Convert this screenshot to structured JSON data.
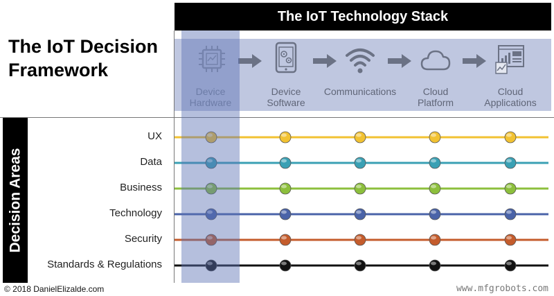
{
  "title": {
    "line1": "The IoT Decision",
    "line2": "Framework"
  },
  "stack": {
    "title": "The IoT Technology Stack",
    "columns": [
      {
        "label_line1": "Device",
        "label_line2": "Hardware",
        "icon": "chip-icon",
        "highlighted": true
      },
      {
        "label_line1": "Device",
        "label_line2": "Software",
        "icon": "device-software-icon",
        "highlighted": false
      },
      {
        "label_line1": "Communications",
        "label_line2": "",
        "icon": "wifi-icon",
        "highlighted": false
      },
      {
        "label_line1": "Cloud",
        "label_line2": "Platform",
        "icon": "cloud-icon",
        "highlighted": false
      },
      {
        "label_line1": "Cloud",
        "label_line2": "Applications",
        "icon": "dashboard-icon",
        "highlighted": false
      }
    ]
  },
  "decision_areas": {
    "label": "Decision Areas",
    "rows": [
      {
        "label": "UX",
        "color": "#f2c232"
      },
      {
        "label": "Data",
        "color": "#3aa0b4"
      },
      {
        "label": "Business",
        "color": "#8cbf3c"
      },
      {
        "label": "Technology",
        "color": "#4a63a8"
      },
      {
        "label": "Security",
        "color": "#c45c2c"
      },
      {
        "label": "Standards & Regulations",
        "color": "#111111"
      }
    ]
  },
  "colors": {
    "header_bg": "#000000",
    "band_bg": "#bfc7e0",
    "highlight": "#5c72b4",
    "icon": "#6b7285"
  },
  "footer": {
    "copyright": "© 2018 DanielElizalde.com",
    "watermark": "www.mfgrobots.com"
  }
}
